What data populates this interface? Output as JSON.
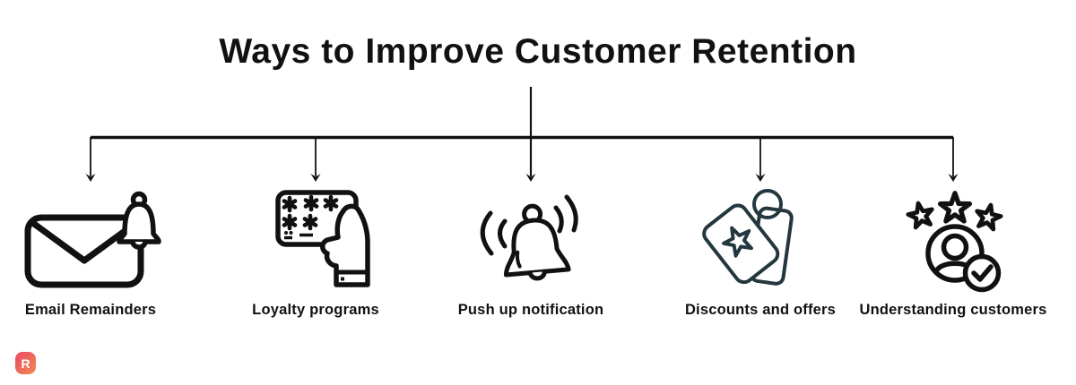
{
  "title": "Ways to Improve Customer Retention",
  "branches": [
    {
      "label": "Email Remainders",
      "icon": "email-envelope-bell-icon"
    },
    {
      "label": "Loyalty programs",
      "icon": "loyalty-card-hand-icon"
    },
    {
      "label": "Push up notification",
      "icon": "notification-bell-icon"
    },
    {
      "label": "Discounts and offers",
      "icon": "price-tags-icon"
    },
    {
      "label": "Understanding customers",
      "icon": "customer-stars-check-icon"
    }
  ],
  "colors": {
    "ink": "#111111",
    "tags_ink": "#24373f",
    "logo_gradient_start": "#ea4a68",
    "logo_gradient_end": "#f08a4d"
  },
  "logo": {
    "letter": "R"
  }
}
